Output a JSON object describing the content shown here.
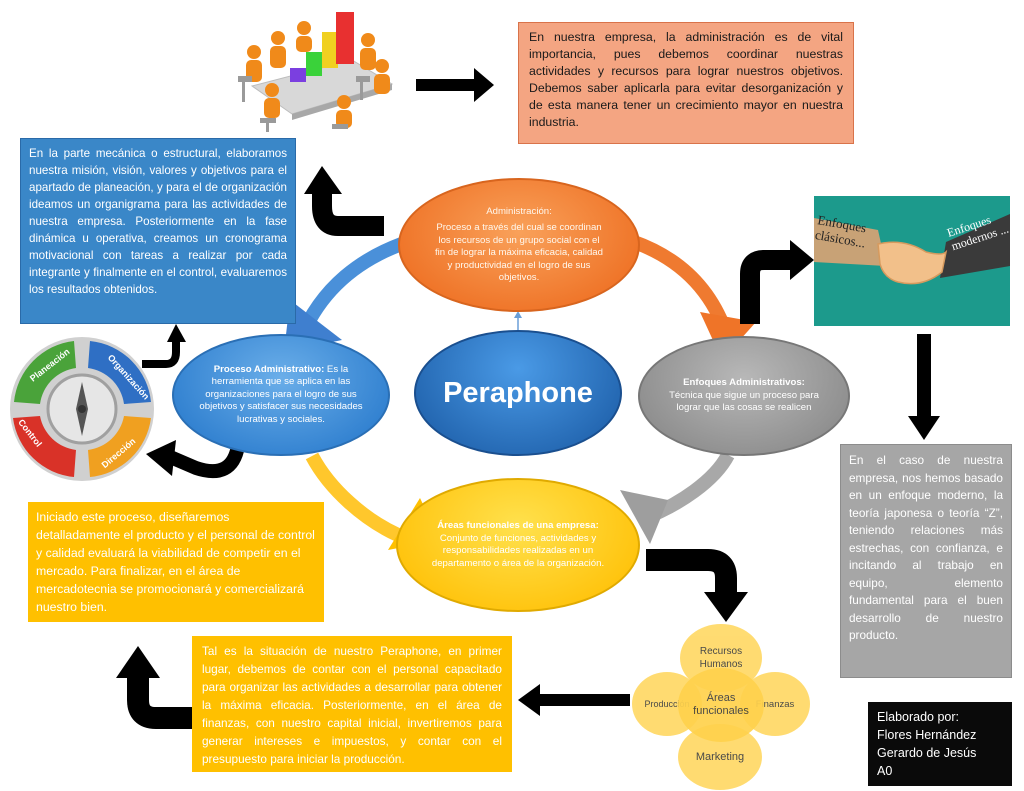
{
  "top_right_text": "En nuestra empresa, la administración es de vital importancia, pues debemos coordinar nuestras actividades y recursos para lograr nuestros objetivos. Debemos saber aplicarla para evitar desorganización y de esta manera tener un crecimiento mayor en nuestra industria.",
  "left_blue_text": "En la parte mecánica o estructural, elaboramos nuestra misión, visión, valores y objetivos para el apartado de planeación, y para el de organización ideamos un organigrama para las actividades de nuestra empresa. Posteriormente en la fase dinámica u operativa, creamos un cronograma motivacional con tareas a realizar por cada integrante y finalmente en el control, evaluaremos los resultados obtenidos.",
  "yellow_left_text": "Iniciado este proceso, diseñaremos detalladamente el producto y el personal de control y calidad evaluará la viabilidad de competir en el mercado. Para finalizar, en el área de mercadotecnia se promocionará y comercializará nuestro bien.",
  "yellow_bottom_text": "Tal es la situación de nuestro Peraphone, en primer lugar, debemos de contar con el personal capacitado para organizar las actividades a desarrollar para obtener la máxima eficacia. Posteriormente, en el área de finanzas, con nuestro capital inicial, invertiremos para generar intereses e impuestos, y contar con el presupuesto para iniciar la producción.",
  "gray_right_text": "En el caso de nuestra empresa, nos hemos basado en un enfoque moderno, la teoría japonesa o teoría “Z”, teniendo relaciones más estrechas, con confianza, e incitando al trabajo en equipo, elemento fundamental para el buen desarrollo de nuestro producto.",
  "credits": {
    "line1": "Elaborado por:",
    "line2": "Flores Hernández",
    "line3": "Gerardo de Jesús",
    "line4": "A0"
  },
  "admin_oval": {
    "title": "Administración:",
    "text": "Proceso a través del cual se coordinan los recursos de un grupo social con el fin de lograr la máxima eficacia, calidad y productividad en el logro de sus objetivos."
  },
  "proceso_oval": {
    "title": "Proceso Administrativo:",
    "text": " Es la herramienta que se aplica en las organizaciones para el logro de sus objetivos y satisfacer sus necesidades lucrativas y sociales."
  },
  "center_title": "Peraphone",
  "enfoques_oval": {
    "title": "Enfoques Administrativos:",
    "text": " Técnica que sigue un proceso para lograr que las cosas se realicen"
  },
  "areas_oval": {
    "title": "Áreas funcionales de una empresa:",
    "text": " Conjunto de funciones, actividades y responsabilidades realizadas en un departamento o área de la organización."
  },
  "venn": {
    "center": "Áreas funcionales",
    "top": "Recursos Humanos",
    "left": "Producción",
    "right": "Finanzas",
    "bottom": "Marketing"
  },
  "cycle_labels": {
    "planeacion": "Planeación",
    "organizacion": "Organización",
    "direccion": "Dirección",
    "control": "Control"
  },
  "handshake_labels": {
    "left": "Enfoques clásicos...",
    "right": "Enfoques modernos ..."
  },
  "colors": {
    "admin": "#ef7428",
    "proceso": "#2f7fcf",
    "enfoques": "#8a8a8a",
    "areas": "#ffc20a",
    "peraphone": "#1d5ea8"
  }
}
